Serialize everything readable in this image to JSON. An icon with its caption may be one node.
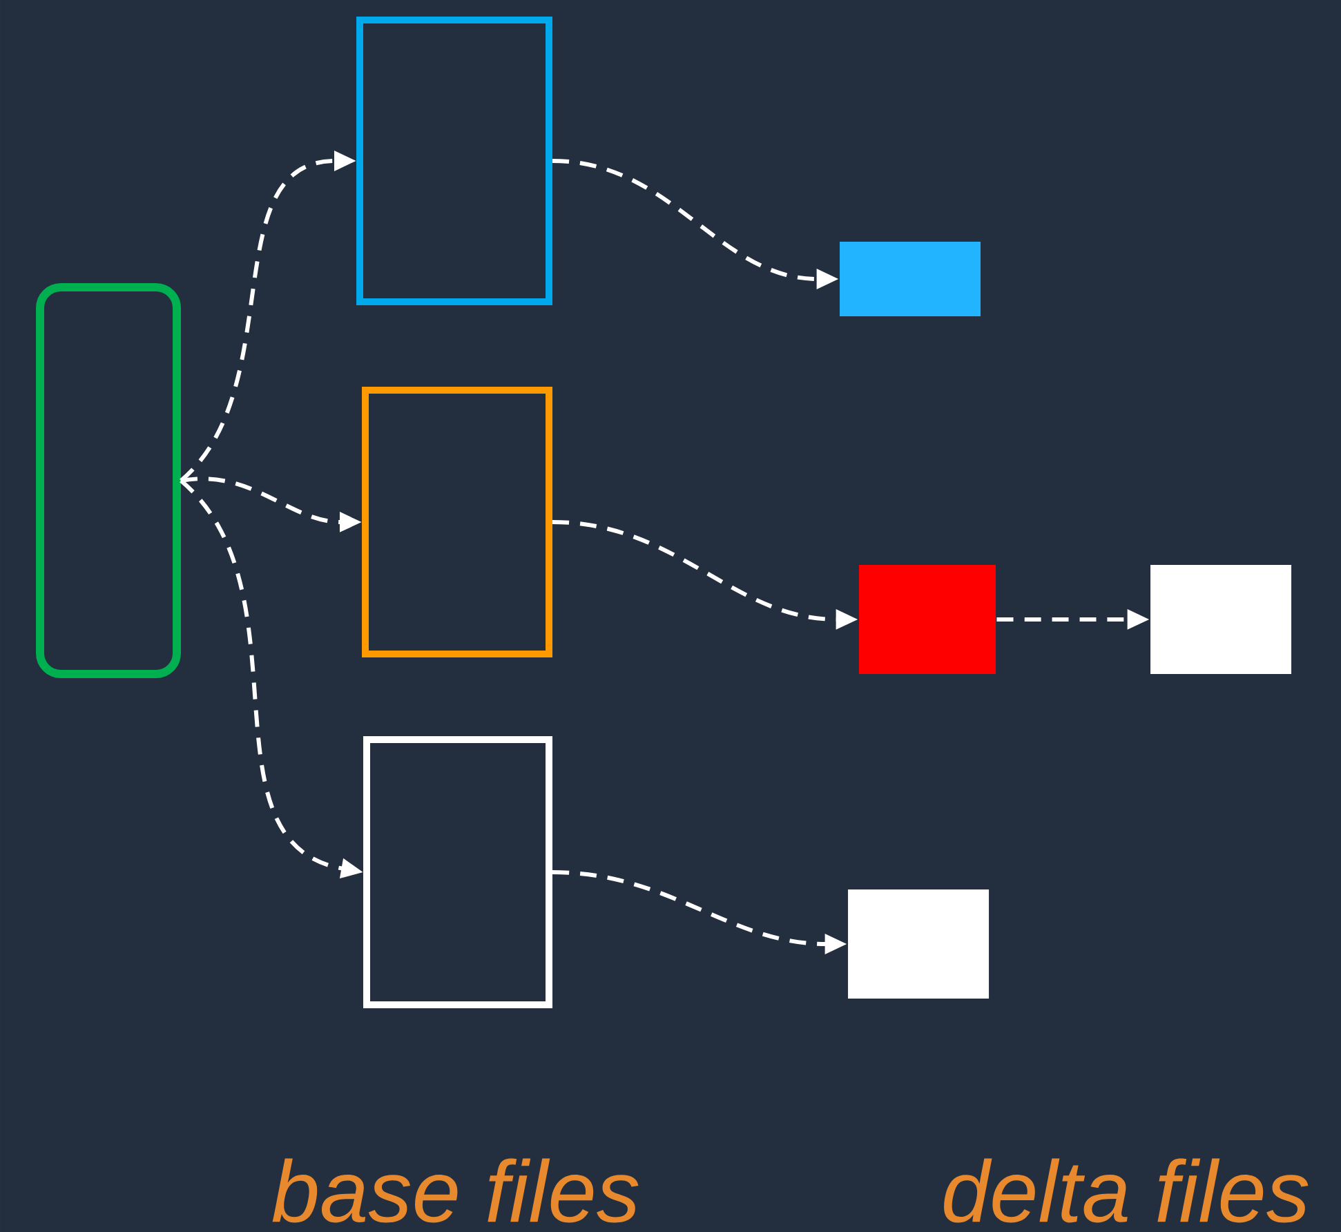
{
  "diagram": {
    "nodes": [
      {
        "text": [],
        "shape": "box"
      },
      {
        "text": [],
        "shape": "box"
      },
      {
        "text": [],
        "shape": "box"
      },
      {
        "text": [],
        "shape": "box"
      },
      {
        "text": [],
        "shape": "box"
      },
      {
        "text": [],
        "shape": "box"
      },
      {
        "text": [],
        "shape": "box"
      },
      {
        "text": [],
        "shape": "box"
      }
    ],
    "edges": [
      {
        "from": 0,
        "to": 1,
        "arrow": "to",
        "style": "dashed"
      },
      {
        "from": 0,
        "to": 2,
        "arrow": "to",
        "style": "dashed"
      },
      {
        "from": 0,
        "to": 3,
        "arrow": "to",
        "style": "dashed"
      },
      {
        "from": 1,
        "to": 4,
        "arrow": "to",
        "style": "dashed"
      },
      {
        "from": 2,
        "to": 5,
        "arrow": "to",
        "style": "dashed"
      },
      {
        "from": 5,
        "to": 6,
        "arrow": "to",
        "style": "dashed"
      },
      {
        "from": 3,
        "to": 7,
        "arrow": "to",
        "style": "dashed"
      }
    ],
    "labels": [
      "base files",
      "delta files"
    ]
  }
}
